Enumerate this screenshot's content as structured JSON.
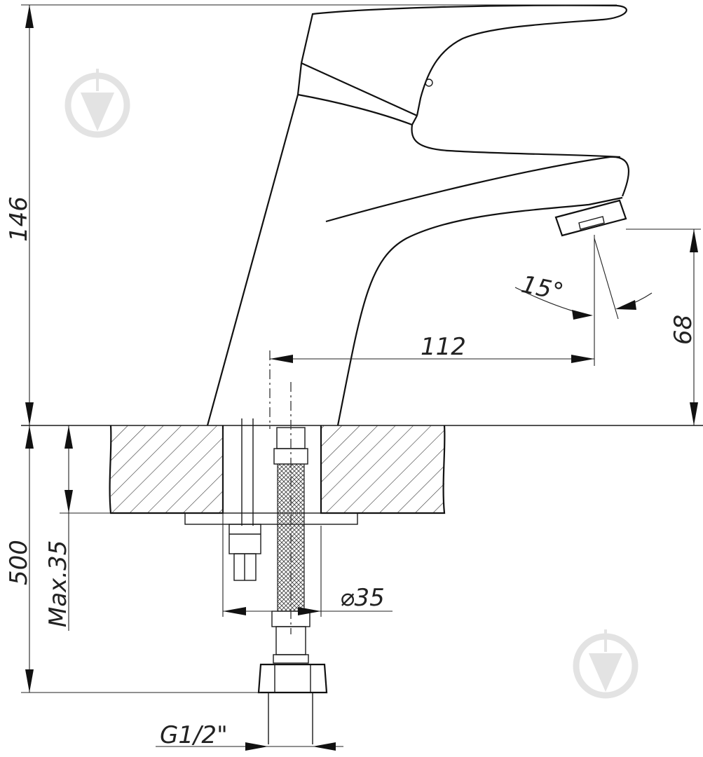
{
  "dimensions": {
    "overall_height": "146",
    "hose_length": "500",
    "max_thickness": "Max.35",
    "spout_reach": "112",
    "spout_height": "68",
    "spray_angle": "15°",
    "hole_diameter": "⌀35",
    "thread": "G1/2\""
  },
  "icons": {
    "watermark": "tap-water-drop-logo"
  }
}
